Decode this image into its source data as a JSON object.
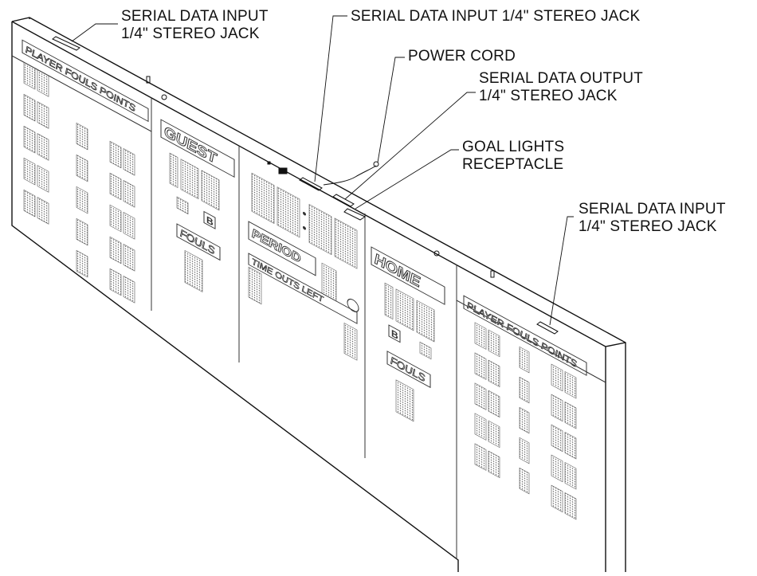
{
  "callouts": {
    "left_input": {
      "line1": "SERIAL DATA INPUT",
      "line2": "1/4\" STEREO JACK"
    },
    "center_input": {
      "line1": "SERIAL DATA INPUT 1/4\" STEREO JACK"
    },
    "power_cord": {
      "line1": "POWER CORD"
    },
    "output": {
      "line1": "SERIAL DATA OUTPUT",
      "line2": "1/4\" STEREO JACK"
    },
    "goal_lights": {
      "line1": "GOAL LIGHTS",
      "line2": "RECEPTACLE"
    },
    "right_input": {
      "line1": "SERIAL DATA INPUT",
      "line2": "1/4\" STEREO JACK"
    }
  },
  "panel_labels": {
    "left_player_header": "PLAYER FOULS POINTS",
    "guest": "GUEST",
    "guest_fouls": "FOULS",
    "guest_bonus": "B",
    "period": "PERIOD",
    "time_outs_left": "TIME OUTS LEFT",
    "home": "HOME",
    "home_bonus": "B",
    "home_fouls": "FOULS",
    "right_player_header": "PLAYER FOULS POINTS"
  }
}
